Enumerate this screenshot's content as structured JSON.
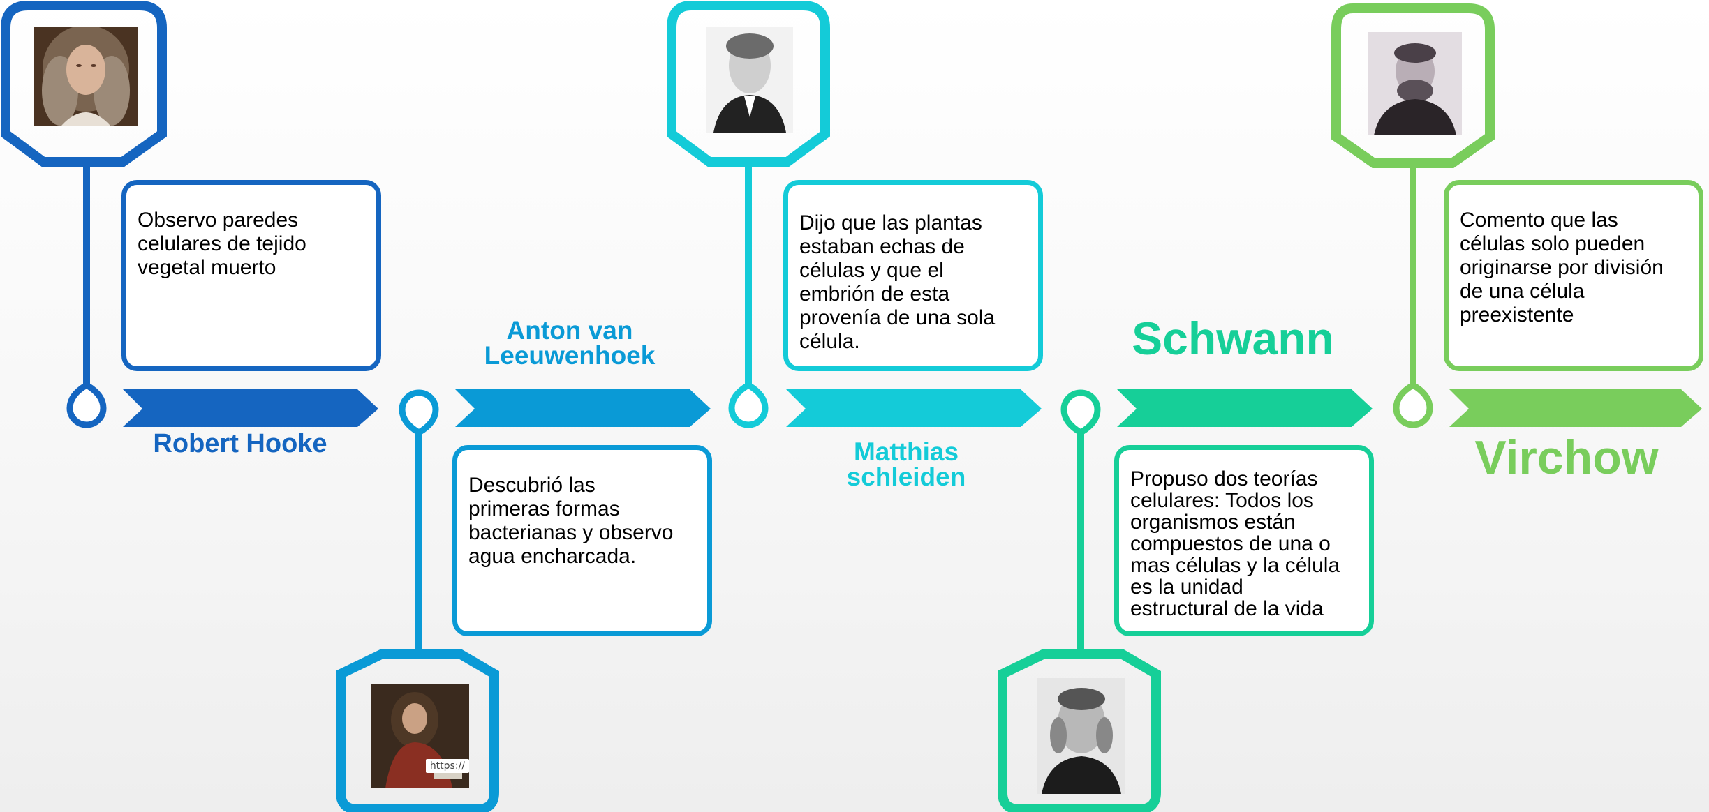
{
  "scientists": [
    {
      "id": "hooke",
      "name": "Robert Hooke",
      "description": "Observo paredes\ncelulares de tejido\nvegetal muerto",
      "color": "#1565c0",
      "chevron_color": "#1565c0",
      "portrait": "portrait-robert-hooke"
    },
    {
      "id": "leeuwenhoek",
      "name": "Anton van\nLeeuwenhoek",
      "description": "Descubrió las\nprimeras formas\nbacterianas y observo\nagua encharcada.",
      "color": "#0a9ad6",
      "chevron_color": "#0a9ad6",
      "portrait": "portrait-anton-van-leeuwenhoek",
      "image_tag": "https://"
    },
    {
      "id": "schleiden",
      "name": "Matthias\nschleiden",
      "description": "Dijo que las plantas\nestaban echas de\ncélulas y que el\nembrión de esta\nprovenía de una sola\ncélula.",
      "color": "#14cbd8",
      "chevron_color": "#14cbd8",
      "portrait": "portrait-matthias-schleiden"
    },
    {
      "id": "schwann",
      "name": "Schwann",
      "description": "Propuso dos teorías\ncelulares: Todos los\norganismos están\ncompuestos de una o\nmas células y la célula\nes la unidad\nestructural de la vida",
      "color": "#16cf98",
      "chevron_color": "#16cf98",
      "portrait": "portrait-theodor-schwann"
    },
    {
      "id": "virchow",
      "name": "Virchow",
      "description": "Comento que las\ncélulas solo pueden\noriginarse por división\nde una célula\npreexistente",
      "color": "#79cd5c",
      "chevron_color": "#79cd5c",
      "portrait": "portrait-rudolf-virchow"
    }
  ]
}
